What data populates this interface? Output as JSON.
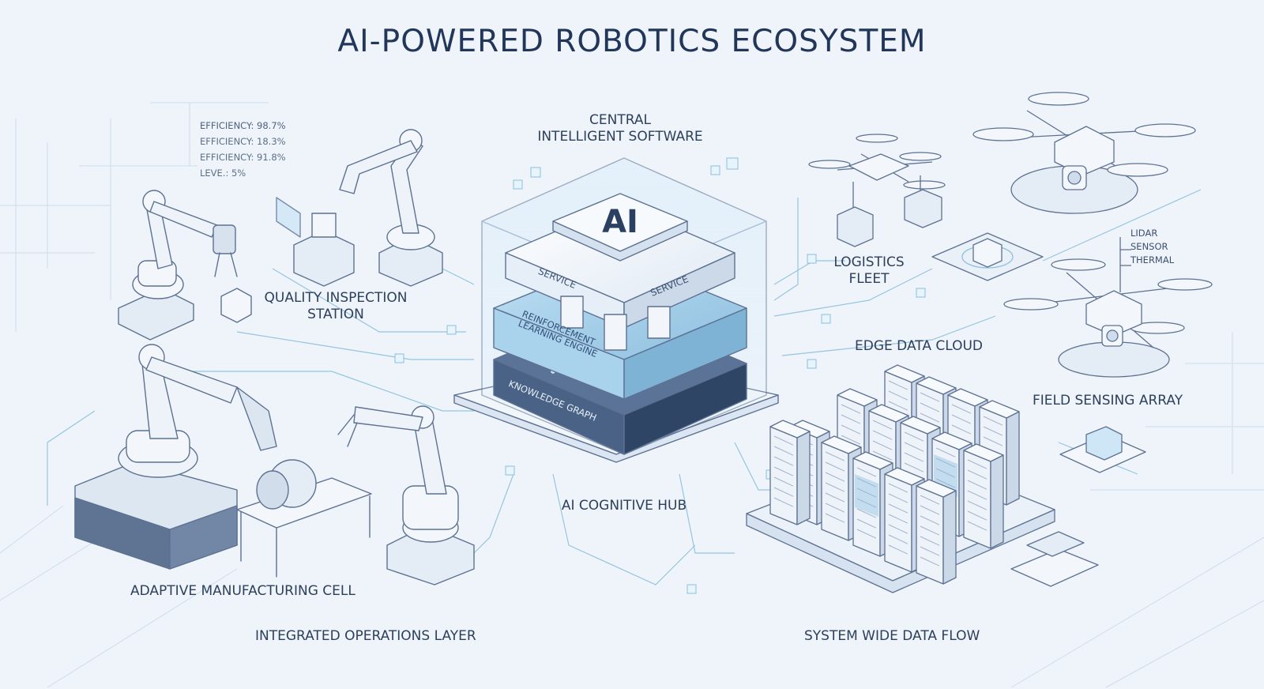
{
  "title": "AI-POWERED ROBOTICS ECOSYSTEM",
  "hub": {
    "header_line1": "CENTRAL",
    "header_line2": "INTELLIGENT SOFTWARE",
    "ai_badge": "AI",
    "service_left": "SERVICE",
    "service_right": "SERVICE",
    "layer_rl_line1": "REINFORCEMENT",
    "layer_rl_line2": "LEARNING ENGINE",
    "layer_kg": "KNOWLEDGE GRAPH",
    "caption": "AI COGNITIVE HUB"
  },
  "metrics": [
    "EFFICIENCY: 98.7%",
    "EFFICIENCY: 18.3%",
    "EFFICIENCY: 91.8%",
    "LEVE.: 5%"
  ],
  "labels": {
    "quality_line1": "QUALITY INSPECTION",
    "quality_line2": "STATION",
    "manufacturing": "ADAPTIVE MANUFACTURING CELL",
    "operations": "INTEGRATED OPERATIONS LAYER",
    "logistics_line1": "LOGISTICS",
    "logistics_line2": "FLEET",
    "edge_cloud": "EDGE DATA CLOUD",
    "field_array": "FIELD SENSING ARRAY",
    "data_flow": "SYSTEM WIDE DATA FLOW"
  },
  "sensors": [
    "LIDAR",
    "SENSOR",
    "THERMAL"
  ],
  "colors": {
    "background": "#eef4fa",
    "line": "#5d7192",
    "fill_light": "#f4f8fc",
    "fill_mid": "#cfdcec",
    "accent_blue": "#8fc2e0",
    "kg_layer": "#3e5577",
    "text": "#263a55"
  }
}
